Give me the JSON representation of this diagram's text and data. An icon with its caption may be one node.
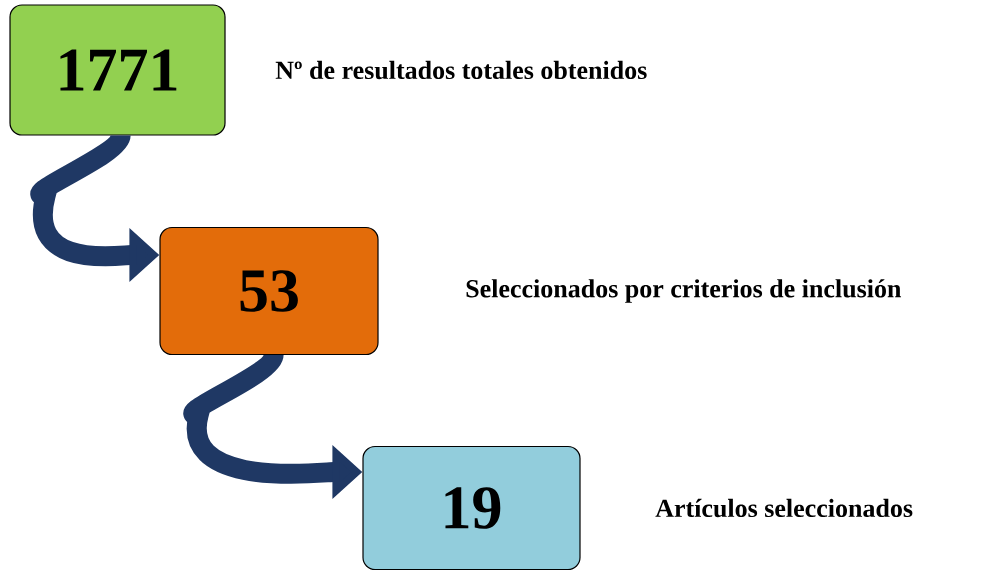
{
  "diagram": {
    "nodes": [
      {
        "text": [
          "1771"
        ],
        "beside": [
          "Nº de resultados totales obtenidos"
        ]
      },
      {
        "text": [
          "53"
        ],
        "beside": [
          "Seleccionados por criterios de inclusión"
        ]
      },
      {
        "text": [
          "19"
        ],
        "beside": [
          "Artículos seleccionados"
        ]
      }
    ],
    "edges": [
      {
        "from": 0,
        "to": 1,
        "arrow": "to"
      },
      {
        "from": 1,
        "to": 2,
        "arrow": "to"
      }
    ]
  }
}
